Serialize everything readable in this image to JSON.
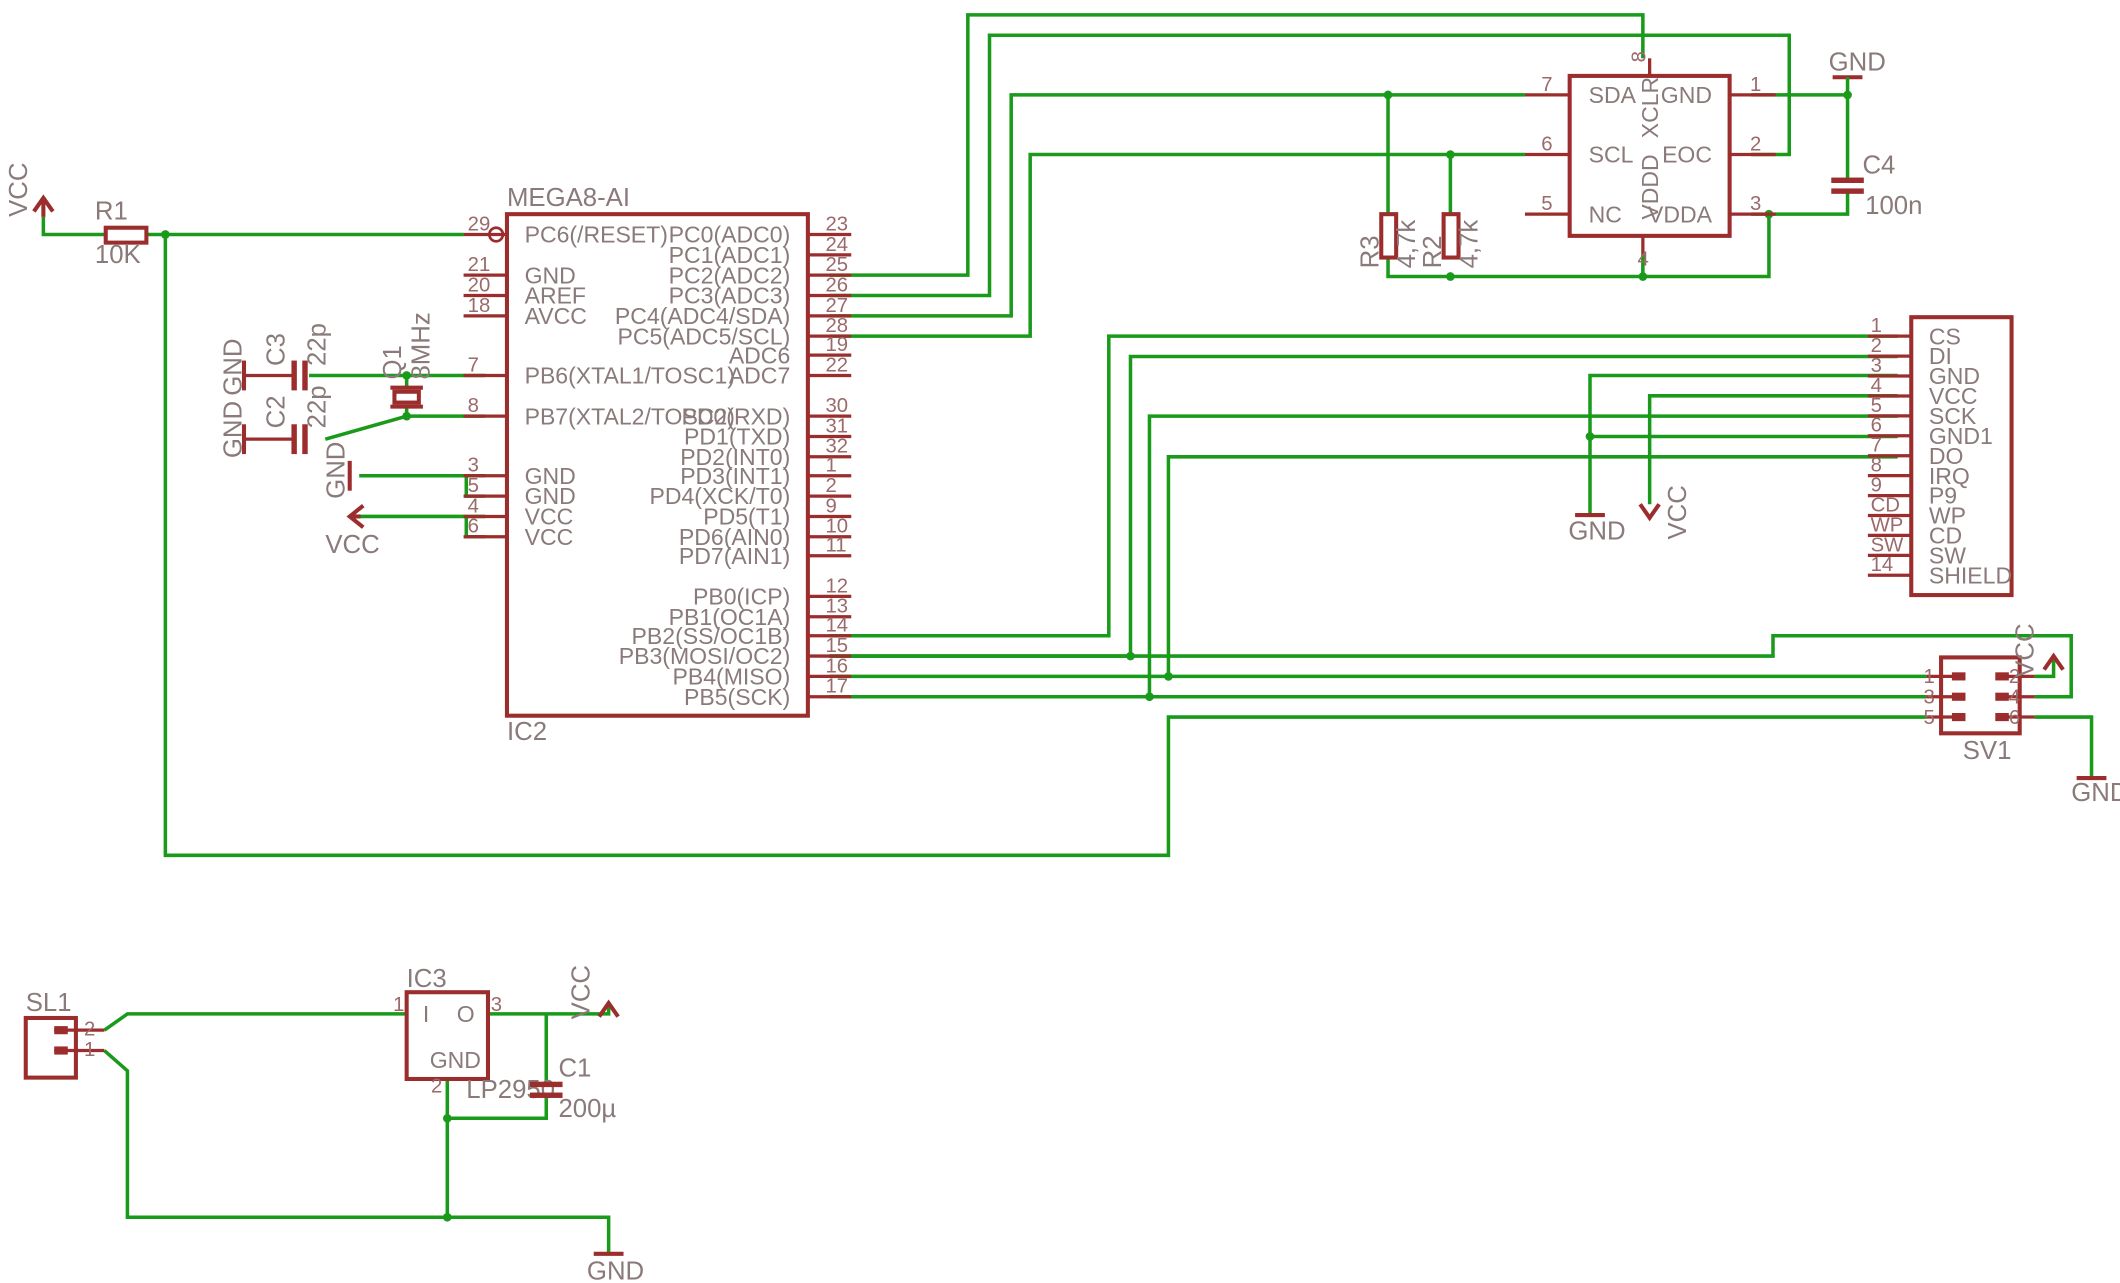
{
  "colors": {
    "wire": "#1a9a1a",
    "body": "#9b2d2d",
    "text": "#8a7a7a"
  },
  "parts": {
    "r1": {
      "name": "R1",
      "value": "10K"
    },
    "ic2": {
      "name": "MEGA8-AI",
      "ref": "IC2"
    },
    "c3": {
      "name": "C3",
      "value": "22p"
    },
    "c2": {
      "name": "C2",
      "value": "22p"
    },
    "q1": {
      "name": "Q1",
      "value": "8MHz"
    },
    "r2": {
      "name": "R2",
      "value": "4,7k"
    },
    "r3": {
      "name": "R3",
      "value": "4,7k"
    },
    "c4": {
      "name": "C4",
      "value": "100n"
    },
    "sv1": {
      "name": "SV1"
    },
    "sl1": {
      "name": "SL1"
    },
    "ic3": {
      "name": "IC3",
      "value": "LP2950"
    },
    "c1": {
      "name": "C1",
      "value": "200µ"
    }
  },
  "mega_left_pins": [
    {
      "num": "29",
      "label": "PC6(/RESET)"
    },
    {
      "num": "21",
      "label": "GND"
    },
    {
      "num": "20",
      "label": "AREF"
    },
    {
      "num": "18",
      "label": "AVCC"
    },
    {
      "num": "7",
      "label": "PB6(XTAL1/TOSC1)"
    },
    {
      "num": "8",
      "label": "PB7(XTAL2/TOSC2)"
    },
    {
      "num": "3",
      "label": "GND"
    },
    {
      "num": "5",
      "label": "GND"
    },
    {
      "num": "4",
      "label": "VCC"
    },
    {
      "num": "6",
      "label": "VCC"
    }
  ],
  "mega_right_pins": [
    {
      "num": "23",
      "label": "PC0(ADC0)"
    },
    {
      "num": "24",
      "label": "PC1(ADC1)"
    },
    {
      "num": "25",
      "label": "PC2(ADC2)"
    },
    {
      "num": "26",
      "label": "PC3(ADC3)"
    },
    {
      "num": "27",
      "label": "PC4(ADC4/SDA)"
    },
    {
      "num": "28",
      "label": "PC5(ADC5/SCL)"
    },
    {
      "num": "19",
      "label": "ADC6"
    },
    {
      "num": "22",
      "label": "ADC7"
    },
    {
      "num": "30",
      "label": "PD0(RXD)"
    },
    {
      "num": "31",
      "label": "PD1(TXD)"
    },
    {
      "num": "32",
      "label": "PD2(INT0)"
    },
    {
      "num": "1",
      "label": "PD3(INT1)"
    },
    {
      "num": "2",
      "label": "PD4(XCK/T0)"
    },
    {
      "num": "9",
      "label": "PD5(T1)"
    },
    {
      "num": "10",
      "label": "PD6(AIN0)"
    },
    {
      "num": "11",
      "label": "PD7(AIN1)"
    },
    {
      "num": "12",
      "label": "PB0(ICP)"
    },
    {
      "num": "13",
      "label": "PB1(OC1A)"
    },
    {
      "num": "14",
      "label": "PB2(SS/OC1B)"
    },
    {
      "num": "15",
      "label": "PB3(MOSI/OC2)"
    },
    {
      "num": "16",
      "label": "PB4(MISO)"
    },
    {
      "num": "17",
      "label": "PB5(SCK)"
    }
  ],
  "sensor_pins": {
    "left": [
      {
        "num": "7",
        "label": "SDA"
      },
      {
        "num": "6",
        "label": "SCL"
      },
      {
        "num": "5",
        "label": "NC"
      }
    ],
    "right": [
      {
        "num": "1",
        "label": "GND"
      },
      {
        "num": "2",
        "label": "EOC"
      },
      {
        "num": "3",
        "label": "VDDA"
      }
    ],
    "top": {
      "num": "8",
      "label": "XCLR"
    },
    "bottom": {
      "num": "4",
      "label": "VDDD"
    }
  },
  "sd_pins": [
    {
      "num": "1",
      "label": "CS"
    },
    {
      "num": "2",
      "label": "DI"
    },
    {
      "num": "3",
      "label": "GND"
    },
    {
      "num": "4",
      "label": "VCC"
    },
    {
      "num": "5",
      "label": "SCK"
    },
    {
      "num": "6",
      "label": "GND1"
    },
    {
      "num": "7",
      "label": "DO"
    },
    {
      "num": "8",
      "label": "IRQ"
    },
    {
      "num": "9",
      "label": "P9"
    },
    {
      "num": "CD",
      "label": "WP"
    },
    {
      "num": "WP",
      "label": "CD"
    },
    {
      "num": "SW",
      "label": "SW"
    },
    {
      "num": "14",
      "label": "SHIELD"
    }
  ],
  "sv1_pins": {
    "left": [
      "1",
      "3",
      "5"
    ],
    "right": [
      "2",
      "4",
      "6"
    ]
  },
  "sl1_pins": [
    "2",
    "1"
  ],
  "ic3_pins": {
    "in_num": "1",
    "out_num": "3",
    "gnd_num": "2",
    "in_label": "I",
    "out_label": "O",
    "gnd_label": "GND"
  },
  "supplies": {
    "vcc_r1": "VCC",
    "vcc_mega": "VCC",
    "gnd_c3": "GND",
    "gnd_c2": "GND",
    "gnd_mega": "GND",
    "gnd_c4": "GND",
    "gnd_sd": "GND",
    "vcc_sd": "VCC",
    "vcc_sv1": "VCC",
    "gnd_sv1": "GND",
    "vcc_ic3": "VCC",
    "gnd_bottom": "GND"
  }
}
